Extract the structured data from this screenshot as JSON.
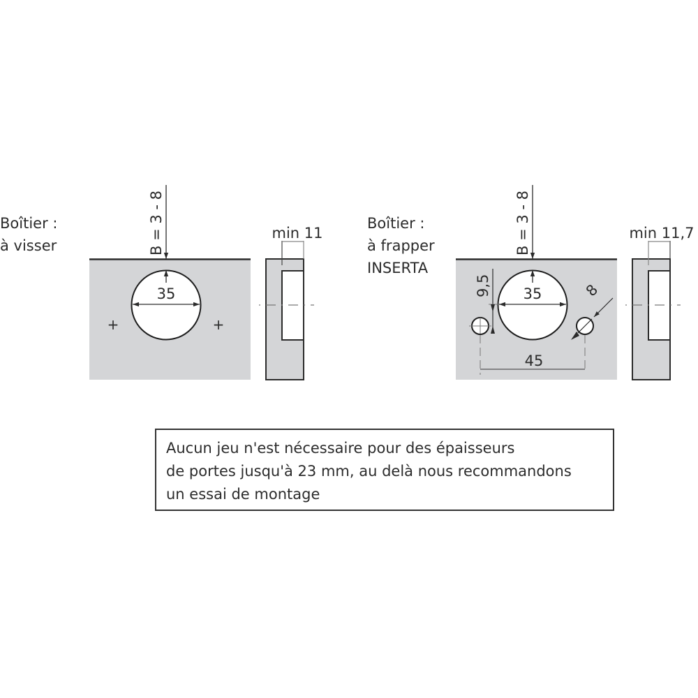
{
  "diagram": {
    "left": {
      "title_line1": "Boîtier :",
      "title_line2": "à visser",
      "bore_distance_label": "B = 3 - 8",
      "cup_diameter": "35",
      "side_depth_label": "min 11",
      "screw_markers": [
        "+",
        "+"
      ]
    },
    "right": {
      "title_line1": "Boîtier :",
      "title_line2": "à frapper",
      "title_line3": "INSERTA",
      "bore_distance_label": "B = 3 - 8",
      "cup_diameter": "35",
      "dowel_offset": "9,5",
      "dowel_diameter": "8",
      "dowel_spacing": "45",
      "side_depth_label": "min 11,7"
    },
    "colors": {
      "plate_fill": "#d4d5d7",
      "line": "#2b2b2b",
      "background": "#ffffff"
    }
  },
  "note": {
    "line1": "Aucun jeu n'est nécessaire pour des épaisseurs",
    "line2": "de portes jusqu'à 23 mm, au delà nous recommandons",
    "line3": "un essai de montage"
  }
}
